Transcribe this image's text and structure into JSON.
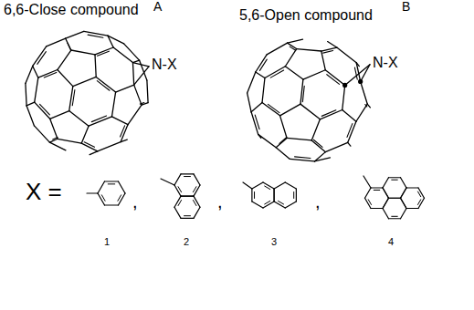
{
  "diagram": {
    "labels": [
      "6,6-Close compound",
      "A",
      "5,6-Open compound",
      "B",
      "N-X",
      "N-X",
      "X =",
      ",",
      ",",
      ",",
      "1",
      "2",
      "3",
      "4"
    ]
  }
}
